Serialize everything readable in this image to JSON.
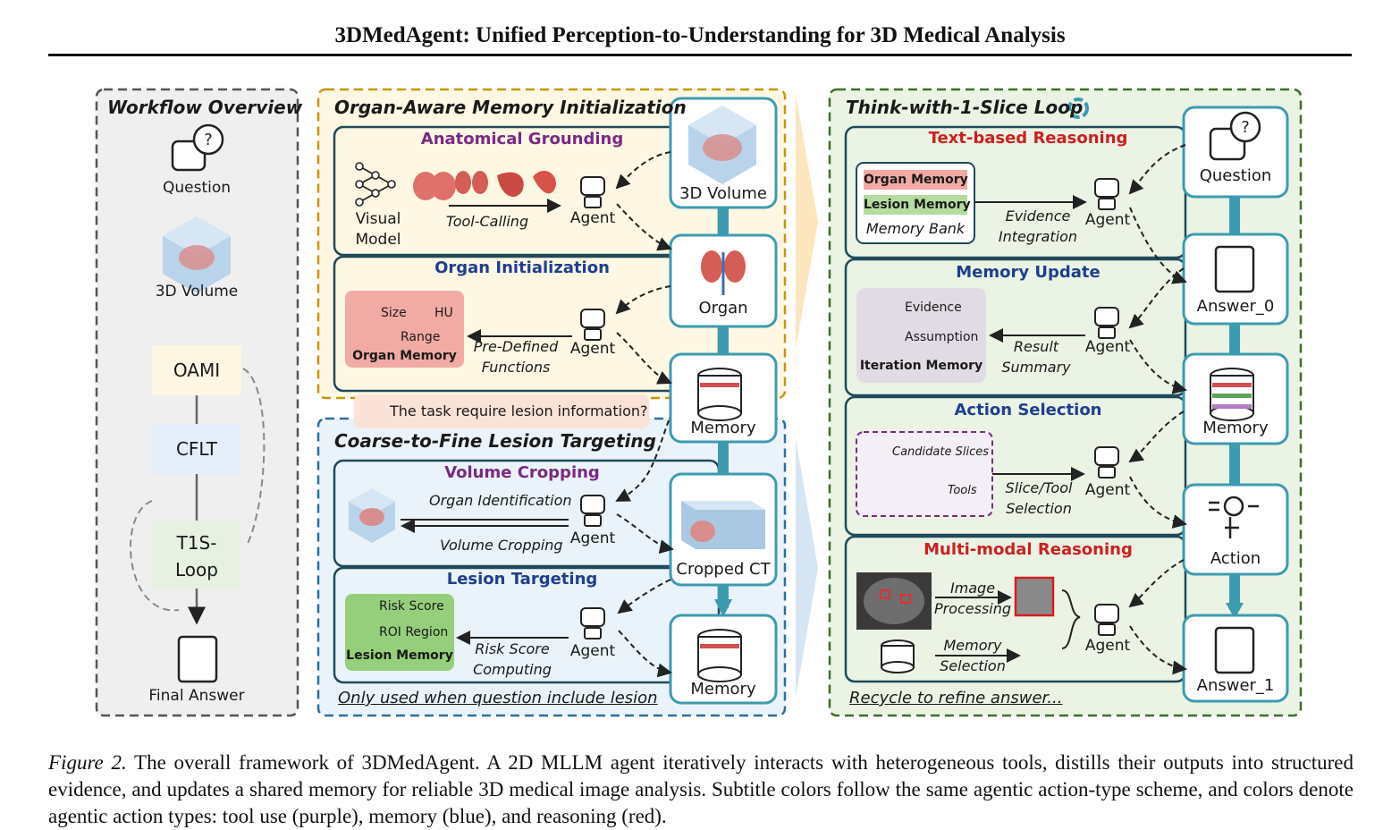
{
  "header": {
    "title": "3DMedAgent: Unified Perception-to-Understanding for 3D Medical Analysis"
  },
  "workflow": {
    "title": "Workflow Overview",
    "question": "Question",
    "volume": "3D Volume",
    "oami": "OAMI",
    "cflt": "CFLT",
    "t1s": "T1S-\nLoop",
    "final": "Final Answer"
  },
  "oami": {
    "title": "Organ-Aware Memory Initialization",
    "grounding": {
      "title": "Anatomical Grounding",
      "visual_model": "Visual\nModel",
      "tool_calling": "Tool-Calling",
      "agent": "Agent"
    },
    "organ_init": {
      "title": "Organ Initialization",
      "size": "Size",
      "hu": "HU",
      "range": "Range",
      "organ_memory": "Organ Memory",
      "predef": "Pre-Defined\nFunctions",
      "agent": "Agent"
    },
    "nodes": {
      "volume": "3D Volume",
      "organ": "Organ",
      "memory": "Memory"
    }
  },
  "cflt": {
    "bubble": "The task require lesion information?",
    "title": "Coarse-to-Fine Lesion Targeting",
    "cropping": {
      "title": "Volume Cropping",
      "organ_id": "Organ Identification",
      "vol_crop": "Volume Cropping",
      "agent": "Agent"
    },
    "lesion": {
      "title": "Lesion Targeting",
      "risk": "Risk Score",
      "roi": "ROI Region",
      "lesion_memory": "Lesion Memory",
      "computing": "Risk Score\nComputing",
      "agent": "Agent"
    },
    "nodes": {
      "cropped": "Cropped CT",
      "memory": "Memory"
    },
    "footnote": "Only used when question include lesion"
  },
  "loop": {
    "title": "Think-with-1-Slice Loop",
    "text_reasoning": {
      "title": "Text-based Reasoning",
      "organ_memory": "Organ Memory",
      "lesion_memory": "Lesion Memory",
      "memory_bank": "Memory Bank",
      "evidence": "Evidence\nIntegration",
      "agent": "Agent"
    },
    "memory_update": {
      "title": "Memory Update",
      "evidence": "Evidence",
      "assumption": "Assumption",
      "iteration": "Iteration Memory",
      "summary": "Result\nSummary",
      "agent": "Agent"
    },
    "action_sel": {
      "title": "Action Selection",
      "candidate": "Candidate Slices",
      "tools": "Tools",
      "selection": "Slice/Tool\nSelection",
      "agent": "Agent"
    },
    "multimodal": {
      "title": "Multi-modal Reasoning",
      "img_proc": "Image\nProcessing",
      "mem_sel": "Memory\nSelection",
      "agent": "Agent"
    },
    "nodes": {
      "question": "Question",
      "answer0": "Answer_0",
      "memory": "Memory",
      "action": "Action",
      "answer1": "Answer_1"
    },
    "footnote": "Recycle to refine answer..."
  },
  "caption": {
    "fig": "Figure 2.",
    "text": "The overall framework of 3DMedAgent. A 2D MLLM agent iteratively interacts with heterogeneous tools, distills their outputs into structured evidence, and updates a shared memory for reliable 3D medical image analysis. Subtitle colors follow the same agentic action-type scheme, and colors denote agentic action types: tool use (purple), memory (blue), and reasoning (red)."
  },
  "colors": {
    "teal": "#3d9bb0",
    "oami_border": "#c8960a",
    "cflt_border": "#2d6e9e",
    "loop_border": "#3f6f2a",
    "panel_text": "#1f4a5a"
  }
}
